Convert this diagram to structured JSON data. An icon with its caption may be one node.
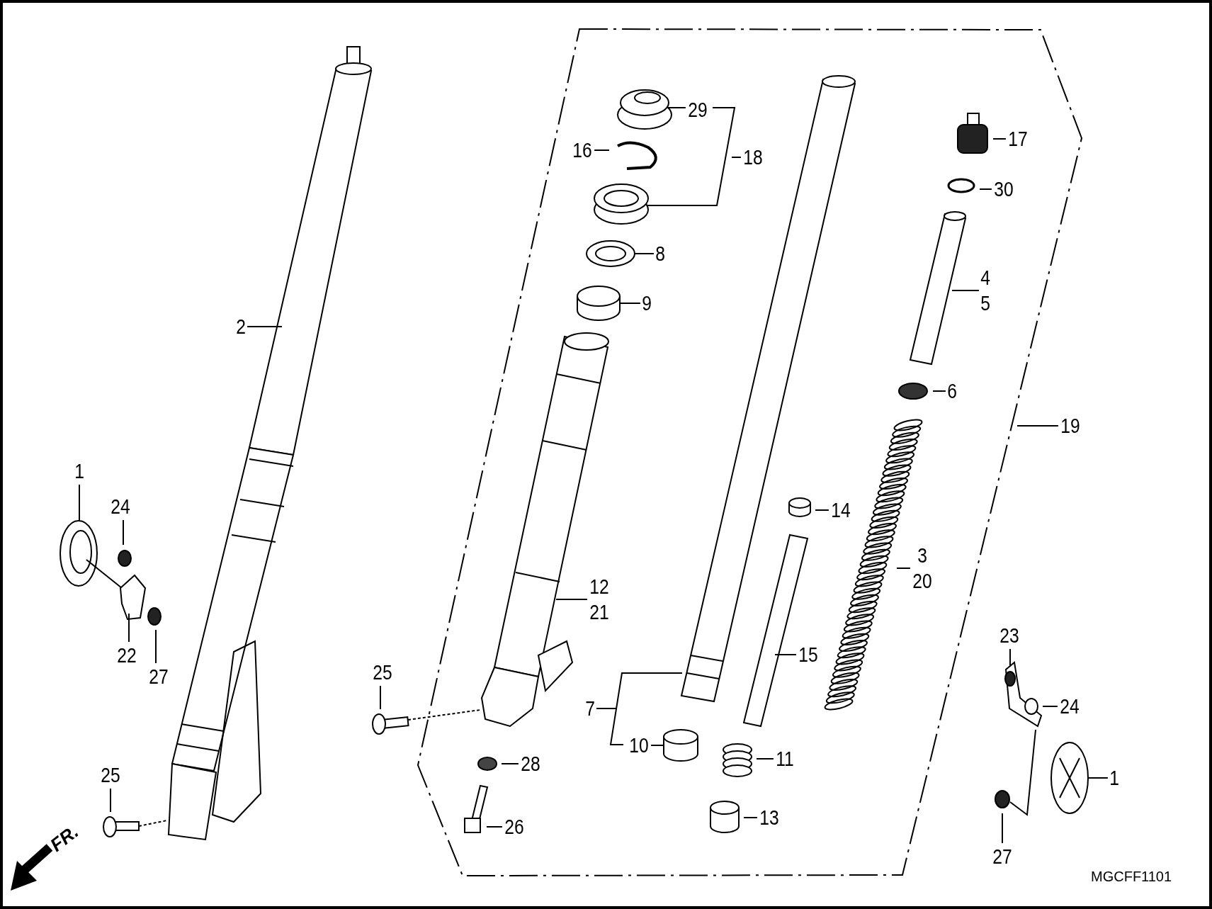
{
  "diagram": {
    "nodes": [
      {
        "text": [
          "29"
        ]
      },
      {
        "text": [
          "17"
        ]
      },
      {
        "text": [
          "16"
        ]
      },
      {
        "text": [
          "18"
        ]
      },
      {
        "text": [
          "30"
        ]
      },
      {
        "text": [
          "8"
        ]
      },
      {
        "text": [
          "4",
          "5"
        ]
      },
      {
        "text": [
          "9"
        ]
      },
      {
        "text": [
          "2"
        ]
      },
      {
        "text": [
          "6"
        ]
      },
      {
        "text": [
          "19"
        ]
      },
      {
        "text": [
          "1"
        ]
      },
      {
        "text": [
          "24"
        ]
      },
      {
        "text": [
          "14"
        ]
      },
      {
        "text": [
          "3",
          "20"
        ]
      },
      {
        "text": [
          "12",
          "21"
        ]
      },
      {
        "text": [
          "22"
        ]
      },
      {
        "text": [
          "15"
        ]
      },
      {
        "text": [
          "27"
        ]
      },
      {
        "text": [
          "23"
        ]
      },
      {
        "text": [
          "25"
        ]
      },
      {
        "text": [
          "7"
        ]
      },
      {
        "text": [
          "24"
        ]
      },
      {
        "text": [
          "10"
        ]
      },
      {
        "text": [
          "11"
        ]
      },
      {
        "text": [
          "1"
        ]
      },
      {
        "text": [
          "28"
        ]
      },
      {
        "text": [
          "25"
        ]
      },
      {
        "text": [
          "13"
        ]
      },
      {
        "text": [
          "26"
        ]
      },
      {
        "text": [
          "27"
        ]
      }
    ],
    "edges": [
      {
        "from": 0,
        "to": null,
        "arrow": "none"
      },
      {
        "from": 1,
        "to": null,
        "arrow": "none"
      },
      {
        "from": 2,
        "to": null,
        "arrow": "none"
      },
      {
        "from": 3,
        "to": null,
        "arrow": "none"
      },
      {
        "from": 4,
        "to": null,
        "arrow": "none"
      },
      {
        "from": 5,
        "to": null,
        "arrow": "none"
      },
      {
        "from": 6,
        "to": null,
        "arrow": "none"
      },
      {
        "from": 7,
        "to": null,
        "arrow": "none"
      },
      {
        "from": 8,
        "to": null,
        "arrow": "none"
      },
      {
        "from": 9,
        "to": null,
        "arrow": "none"
      },
      {
        "from": 10,
        "to": null,
        "arrow": "none"
      },
      {
        "from": 11,
        "to": null,
        "arrow": "none"
      },
      {
        "from": 12,
        "to": null,
        "arrow": "none"
      },
      {
        "from": 13,
        "to": null,
        "arrow": "none"
      },
      {
        "from": 14,
        "to": null,
        "arrow": "none"
      },
      {
        "from": 15,
        "to": null,
        "arrow": "none"
      },
      {
        "from": 16,
        "to": null,
        "arrow": "none"
      },
      {
        "from": 17,
        "to": null,
        "arrow": "none"
      },
      {
        "from": 18,
        "to": null,
        "arrow": "none"
      },
      {
        "from": 19,
        "to": null,
        "arrow": "none"
      },
      {
        "from": 20,
        "to": null,
        "arrow": "none"
      },
      {
        "from": 21,
        "to": null,
        "arrow": "none"
      },
      {
        "from": 22,
        "to": null,
        "arrow": "none"
      },
      {
        "from": 23,
        "to": null,
        "arrow": "none"
      },
      {
        "from": 24,
        "to": null,
        "arrow": "none"
      },
      {
        "from": 25,
        "to": null,
        "arrow": "none"
      },
      {
        "from": 26,
        "to": null,
        "arrow": "none"
      },
      {
        "from": 27,
        "to": null,
        "arrow": "none"
      },
      {
        "from": 28,
        "to": null,
        "arrow": "none"
      },
      {
        "from": 29,
        "to": null,
        "arrow": "none"
      },
      {
        "from": 30,
        "to": null,
        "arrow": "none"
      }
    ],
    "labels": [
      "FR.",
      "MGCFF1101"
    ]
  }
}
